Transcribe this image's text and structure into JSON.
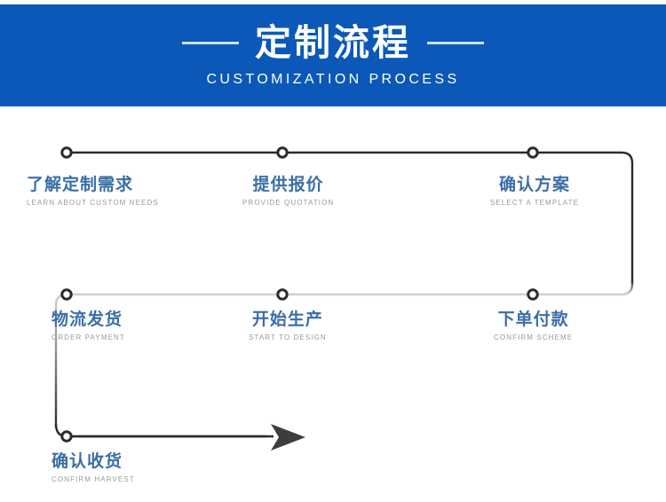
{
  "banner": {
    "title": "定制流程",
    "subtitle": "CUSTOMIZATION PROCESS",
    "background_color": "#0b58b8",
    "title_color": "#ffffff",
    "dash_color": "#cfe0f5",
    "left_dash_icon": "horizontal-dash-icon",
    "right_dash_icon": "horizontal-dash-icon"
  },
  "flow": {
    "line_color_dark": "#2b2b2b",
    "line_color_light": "#c9c9c9",
    "marker_color": "#2b2b2b",
    "arrow_color": "#3d3d3d",
    "label_cn_color": "#3a6ea5",
    "label_en_color": "#9a9a9a",
    "steps": [
      {
        "id": "step-1",
        "cn": "了解定制需求",
        "en": "LEARN ABOUT CUSTOM NEEDS",
        "marker": "node-marker-icon"
      },
      {
        "id": "step-2",
        "cn": "提供报价",
        "en": "PROVIDE QUOTATION",
        "marker": "node-marker-icon"
      },
      {
        "id": "step-3",
        "cn": "确认方案",
        "en": "SELECT A TEMPLATE",
        "marker": "node-marker-icon"
      },
      {
        "id": "step-4",
        "cn": "物流发货",
        "en": "ORDER PAYMENT",
        "marker": "node-marker-icon"
      },
      {
        "id": "step-5",
        "cn": "开始生产",
        "en": "START TO DESIGN",
        "marker": "node-marker-icon"
      },
      {
        "id": "step-6",
        "cn": "下单付款",
        "en": "CONFIRM SCHEME",
        "marker": "node-marker-icon"
      },
      {
        "id": "step-7",
        "cn": "确认收货",
        "en": "CONFIRM HARVEST",
        "marker": "node-marker-icon"
      }
    ]
  }
}
